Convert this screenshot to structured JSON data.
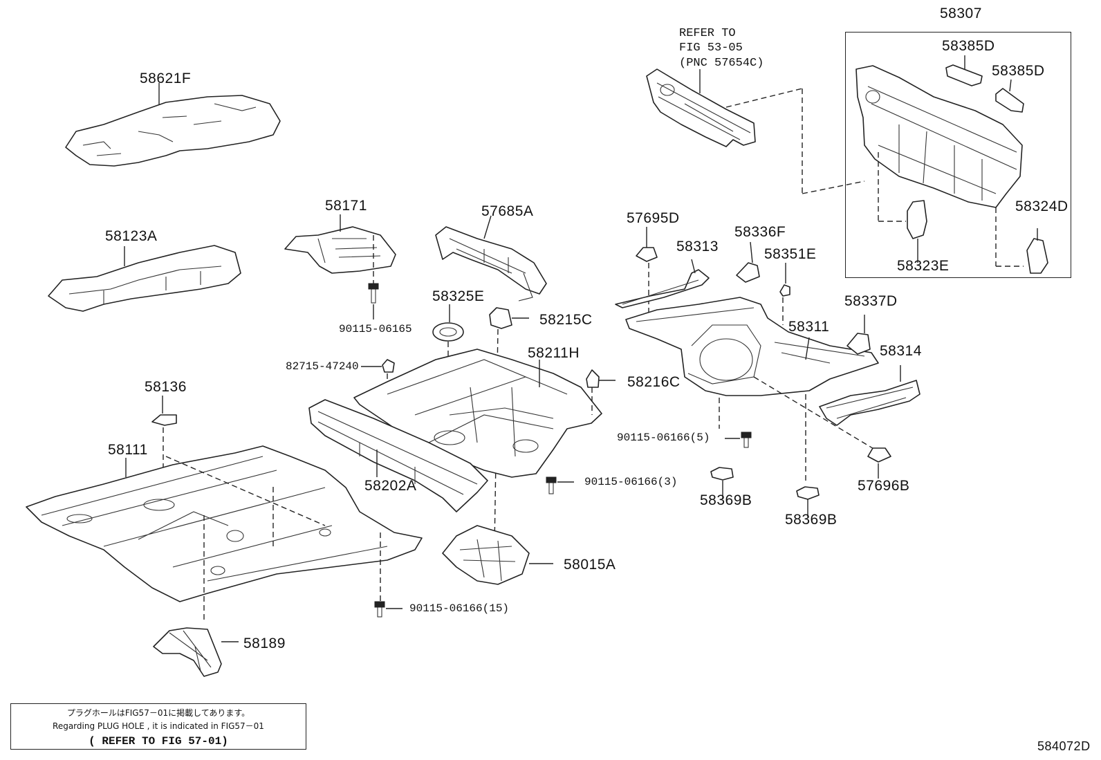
{
  "labels": {
    "p58307": "58307",
    "p58385D_1": "58385D",
    "p58385D_2": "58385D",
    "p58324D": "58324D",
    "p58323E": "58323E",
    "refer_fig": "REFER TO\nFIG 53-05\n(PNC 57654C)",
    "p58621F": "58621F",
    "p58123A": "58123A",
    "p58171": "58171",
    "p90115_06165": "90115-06165",
    "p57685A": "57685A",
    "p58325E": "58325E",
    "p58215C": "58215C",
    "p82715_47240": "82715-47240",
    "p58211H": "58211H",
    "p58216C": "58216C",
    "p58136": "58136",
    "p58111": "58111",
    "p58202A": "58202A",
    "p90115_06166_3": "90115-06166(3)",
    "p58015A": "58015A",
    "p90115_06166_15": "90115-06166(15)",
    "p58189": "58189",
    "p57695D": "57695D",
    "p58313": "58313",
    "p58336F": "58336F",
    "p58351E": "58351E",
    "p58311": "58311",
    "p58337D": "58337D",
    "p58314": "58314",
    "p90115_06166_5": "90115-06166(5)",
    "p58369B_1": "58369B",
    "p58369B_2": "58369B",
    "p57696B": "57696B"
  },
  "note": {
    "line1": "プラグホールはFIG57－01に掲載してあります。",
    "line2": "Regarding PLUG HOLE , it is indicated in FIG57－01",
    "line3": "( REFER TO FIG 57-01)"
  },
  "diagram_code": "584072D"
}
